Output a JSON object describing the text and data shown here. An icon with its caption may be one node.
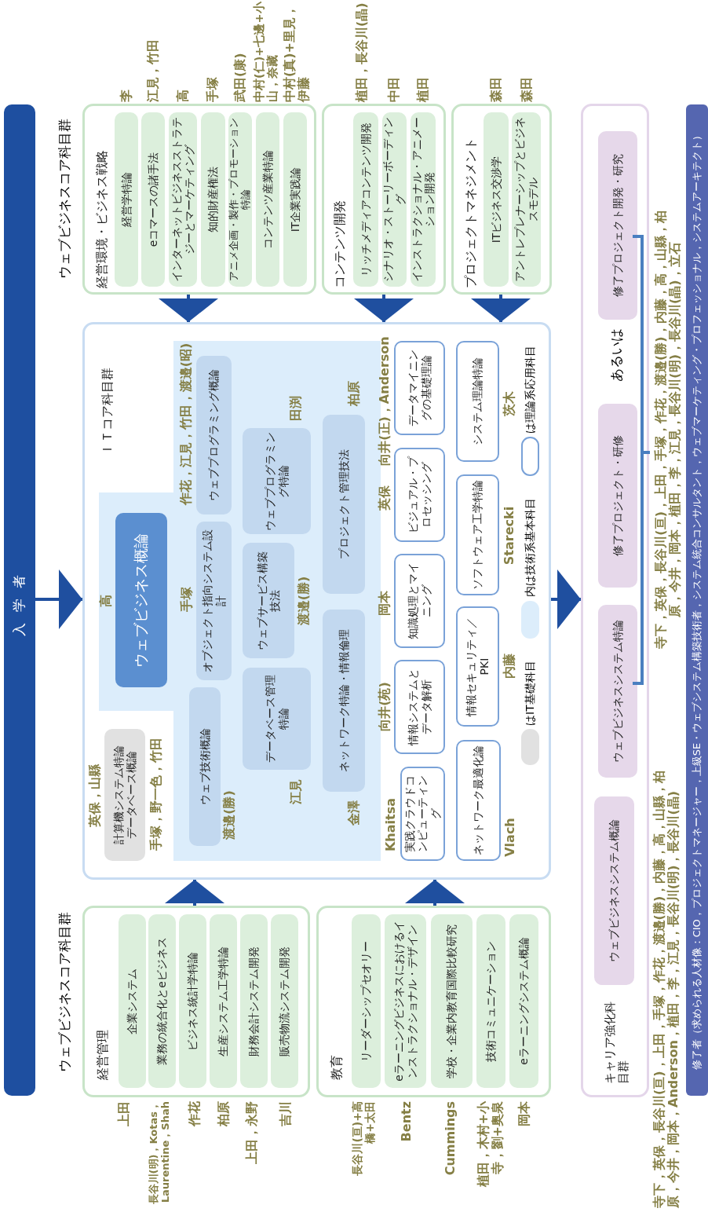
{
  "diagram": {
    "nodes": [
      {
        "text": [
          "入学者"
        ]
      },
      {
        "text": [
          "経営環境・ビジネス戦略"
        ]
      },
      {
        "text": [
          "経営学特論"
        ],
        "in": 1,
        "beside": [
          "李"
        ]
      },
      {
        "text": [
          "eコマースの諸手法"
        ],
        "in": 1,
        "beside": [
          "江見，竹田"
        ]
      },
      {
        "text": [
          "インターネットビジネスストラテジーとマーケティング"
        ],
        "in": 1,
        "beside": [
          "高"
        ]
      },
      {
        "text": [
          "知的財産権法"
        ],
        "in": 1,
        "beside": [
          "手塚"
        ]
      },
      {
        "text": [
          "アニメ企画・製作・プロモーション特論"
        ],
        "in": 1,
        "beside": [
          "武田(康)"
        ]
      },
      {
        "text": [
          "コンテンツ産業特論"
        ],
        "in": 1,
        "beside": [
          "中村(仁)+七邊+小山，奈藏"
        ]
      },
      {
        "text": [
          "IT企業実践論"
        ],
        "in": 1,
        "beside": [
          "中村(真)+里見，伊藤"
        ]
      },
      {
        "text": [
          "コンテンツ開発"
        ]
      },
      {
        "text": [
          "リッチメディアコンテンツ開発"
        ],
        "in": 9,
        "beside": [
          "植田，長谷川(晶)"
        ]
      },
      {
        "text": [
          "シナリオ・ストーリーボーディング"
        ],
        "in": 9,
        "beside": [
          "中田"
        ]
      },
      {
        "text": [
          "インストラクショナル・アニメーション開発"
        ],
        "in": 9,
        "beside": [
          "植田"
        ]
      },
      {
        "text": [
          "プロジェクトマネジメント"
        ]
      },
      {
        "text": [
          "ITビジネス交渉学"
        ],
        "in": 13,
        "beside": [
          "森田"
        ]
      },
      {
        "text": [
          "アントレプレナーシップとビジネスモデル"
        ],
        "in": 13,
        "beside": [
          "森田"
        ]
      },
      {
        "text": [
          "ＩＴコア科目群"
        ]
      },
      {
        "text": [
          "ウェブビジネス概論"
        ],
        "in": 16,
        "beside": [
          "高"
        ]
      },
      {
        "text": [
          "ウェブ技術概論"
        ],
        "in": 16,
        "beside": [
          "渡邉(勝)"
        ]
      },
      {
        "text": [
          "オブジェクト指向システム設計"
        ],
        "in": 16,
        "beside": [
          "手塚"
        ]
      },
      {
        "text": [
          "ウェブプログラミング概論"
        ],
        "in": 16,
        "beside": [
          "作花，江見，竹田，渡邉(昭)"
        ]
      },
      {
        "text": [
          "データベース管理特論"
        ],
        "in": 16,
        "beside": [
          "江見"
        ]
      },
      {
        "text": [
          "ウェブサービス構築技法"
        ],
        "in": 16,
        "beside": [
          "渡邉(勝)"
        ]
      },
      {
        "text": [
          "ウェブプログラミング特論"
        ],
        "in": 16,
        "beside": [
          "田渕"
        ]
      },
      {
        "text": [
          "ネットワーク特論・情報倫理"
        ],
        "in": 16,
        "beside": [
          "金澤"
        ]
      },
      {
        "text": [
          "プロジェクト管理技法"
        ],
        "in": 16,
        "beside": [
          "柏原"
        ]
      },
      {
        "text": [
          "計算機システム特論",
          "データベース概論"
        ],
        "in": 16,
        "beside": [
          "英保，山縣",
          "手塚，野一色，竹田"
        ]
      },
      {
        "text": [
          "実践クラウドコンピューティング"
        ],
        "in": 16,
        "beside": [
          "Khaitsa"
        ]
      },
      {
        "text": [
          "情報システムとデータ解析"
        ],
        "in": 16,
        "beside": [
          "向井(苑)"
        ]
      },
      {
        "text": [
          "知識処理とマイニング"
        ],
        "in": 16,
        "beside": [
          "岡本"
        ]
      },
      {
        "text": [
          "ビジュアル・プロセッシング"
        ],
        "in": 16,
        "beside": [
          "英保"
        ]
      },
      {
        "text": [
          "データマイニングの基礎理論"
        ],
        "in": 16,
        "beside": [
          "向井(正)，Anderson"
        ]
      },
      {
        "text": [
          "ネットワーク最適化論"
        ],
        "in": 16,
        "beside": [
          "Vlach"
        ]
      },
      {
        "text": [
          "情報セキュリティ／PKI"
        ],
        "in": 16,
        "beside": [
          "内藤"
        ]
      },
      {
        "text": [
          "ソフトウェア工学特論"
        ],
        "in": 16,
        "beside": [
          "Starecki"
        ]
      },
      {
        "text": [
          "システム理論特論"
        ],
        "in": 16,
        "beside": [
          "茨木"
        ]
      },
      {
        "text": [
          "経営管理"
        ]
      },
      {
        "text": [
          "企業システム"
        ],
        "in": 36,
        "beside": [
          "上田"
        ]
      },
      {
        "text": [
          "業務の統合化とeビジネス"
        ],
        "in": 36,
        "beside": [
          "長谷川(明)，Kotas，Laurentine，Shah"
        ]
      },
      {
        "text": [
          "ビジネス統計学特論"
        ],
        "in": 36,
        "beside": [
          "作花"
        ]
      },
      {
        "text": [
          "生産システム工学特論"
        ],
        "in": 36,
        "beside": [
          "柏原"
        ]
      },
      {
        "text": [
          "財務会計システム開発"
        ],
        "in": 36,
        "beside": [
          "上田，永野"
        ]
      },
      {
        "text": [
          "販売物流システム開発"
        ],
        "in": 36,
        "beside": [
          "吉川"
        ]
      },
      {
        "text": [
          "教育"
        ]
      },
      {
        "text": [
          "リーダーシップセオリー"
        ],
        "in": 43,
        "beside": [
          "長谷川(亘)+高橋+太田"
        ]
      },
      {
        "text": [
          "eラーニングビジネスにおけるインストラクショナル・デザイン"
        ],
        "in": 43,
        "beside": [
          "Bentz"
        ]
      },
      {
        "text": [
          "学校・企業内教育国際比較研究"
        ],
        "in": 43,
        "beside": [
          "Cummings"
        ]
      },
      {
        "text": [
          "技術コミュニケーション"
        ],
        "in": 43,
        "beside": [
          "植田，木村+小寺，劉+奥泉"
        ]
      },
      {
        "text": [
          "eラーニングシステム概論"
        ],
        "in": 43,
        "beside": [
          "岡本"
        ]
      },
      {
        "text": [
          "キャリア強化科目群"
        ]
      },
      {
        "text": [
          "ウェブビジネスシステム概論"
        ],
        "in": 49
      },
      {
        "text": [
          "ウェブビジネスシステム特論"
        ],
        "in": 49
      },
      {
        "text": [
          "修了プロジェクト・研修"
        ],
        "in": 49
      },
      {
        "text": [
          "修了プロジェクト開発・研究"
        ],
        "in": 49
      },
      {
        "text": [
          "修了者（求められる人材像：CIO，プロジェクトマネージャー，上級SE・ウェブシステム構築技術者，システム統合コンサルタント，ウェブマーケティング・プロフェッショナル，システムアーキテクト）"
        ]
      }
    ],
    "edges": [
      {
        "from": 0,
        "to": 16,
        "arrow": "to"
      },
      {
        "from": 1,
        "to": 16,
        "arrow": "to"
      },
      {
        "from": 9,
        "to": 16,
        "arrow": "to"
      },
      {
        "from": 13,
        "to": 16,
        "arrow": "to"
      },
      {
        "from": 36,
        "to": 16,
        "arrow": "to"
      },
      {
        "from": 43,
        "to": 16,
        "arrow": "to"
      },
      {
        "from": 16,
        "to": 49,
        "arrow": "to"
      }
    ],
    "labels": [
      "ウェブビジネスコア科目群",
      "ウェブビジネスコア科目群",
      "寺下，英保，長谷川(亘)，上田，手塚，作花，渡邉(勝)，内藤，高，山縣，柏原，今井，岡本，Anderson，植田，李，江見，長谷川(明)，長谷川(晶)",
      "あるいは",
      "寺下，英保，長谷川(亘)，上田，手塚，作花，渡邉(勝)，内藤，高，山縣，柏原，今井，岡本，植田，李，江見，長谷川(明)，長谷川(晶)，立石"
    ],
    "legend": [
      {
        "text": "はIT基礎科目",
        "color": "#e1e1e1"
      },
      {
        "text": "内は技術系基本科目",
        "color": "#dcedfb"
      },
      {
        "text": "は理論系応用科目"
      }
    ]
  }
}
